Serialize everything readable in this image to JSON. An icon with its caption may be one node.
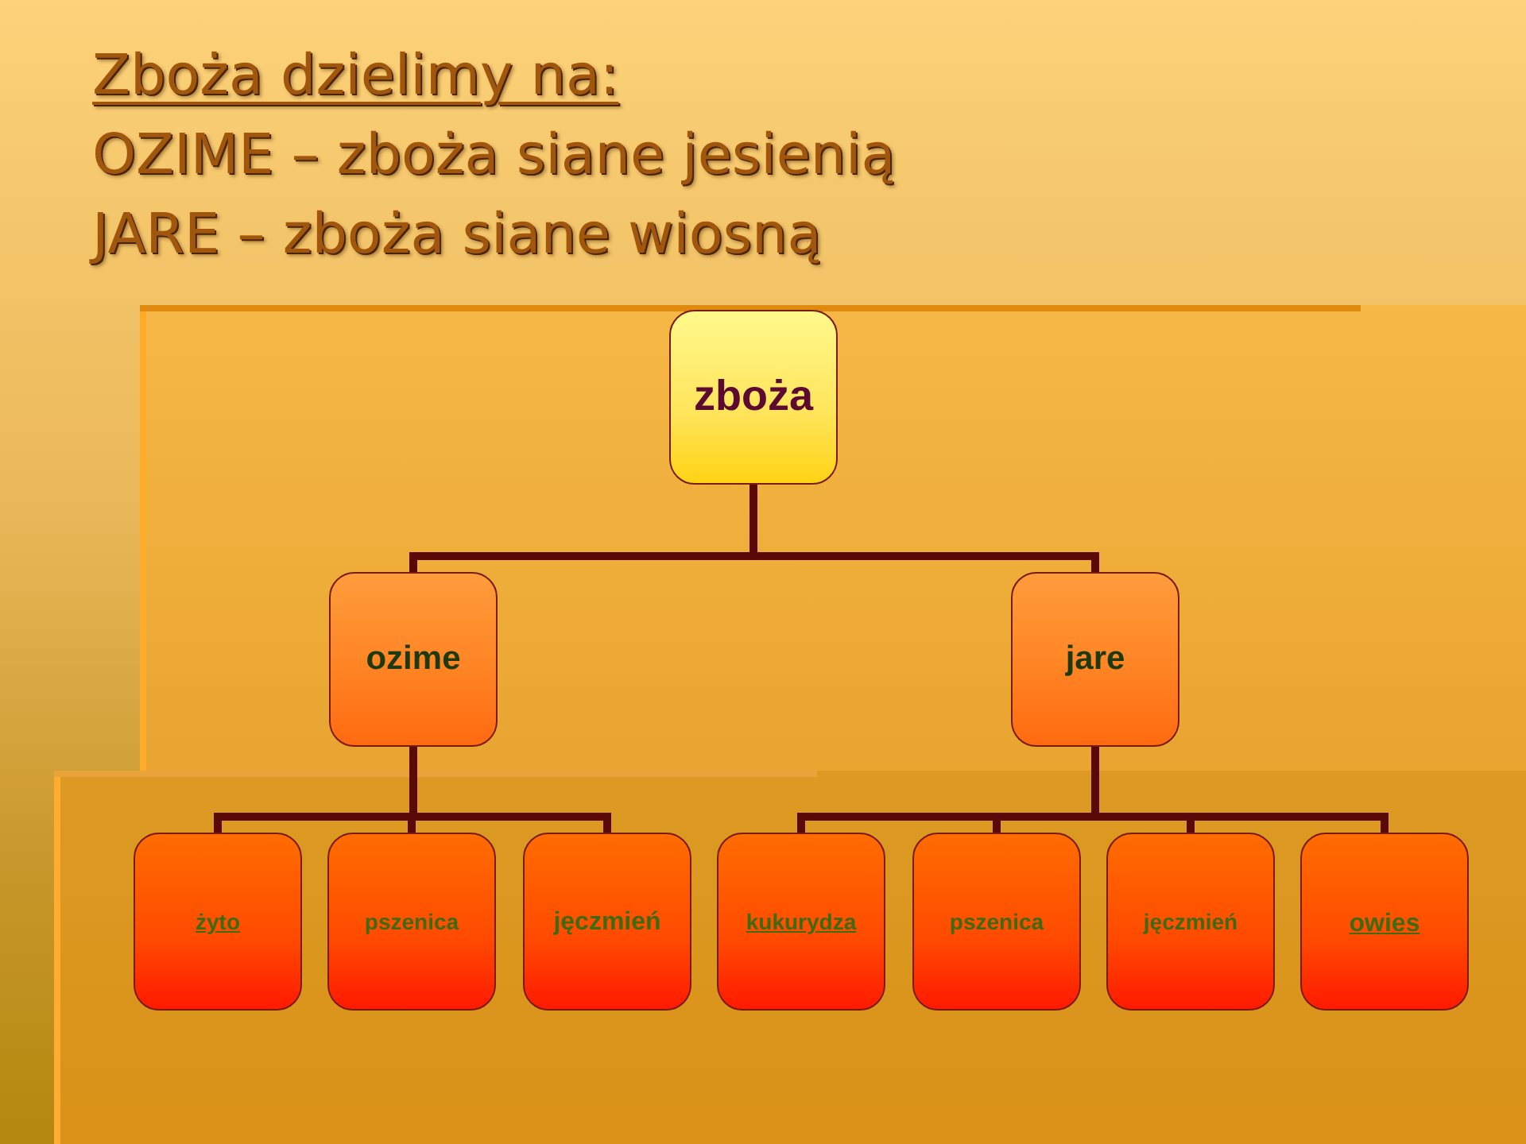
{
  "diagram": {
    "title": "Zboża dzielimy na:",
    "nodes": [
      {
        "text": [
          "zboża"
        ]
      },
      {
        "text": [
          "ozime"
        ]
      },
      {
        "text": [
          "jare"
        ]
      },
      {
        "text": [
          "żyto"
        ]
      },
      {
        "text": [
          "pszenica"
        ]
      },
      {
        "text": [
          "jęczmień"
        ]
      },
      {
        "text": [
          "kukurydza"
        ]
      },
      {
        "text": [
          "pszenica"
        ]
      },
      {
        "text": [
          "jęczmień"
        ]
      },
      {
        "text": [
          "owies"
        ]
      }
    ],
    "edges": [
      {
        "from": 0,
        "to": 1,
        "arrow": "none"
      },
      {
        "from": 0,
        "to": 2,
        "arrow": "none"
      },
      {
        "from": 1,
        "to": 3,
        "arrow": "none"
      },
      {
        "from": 1,
        "to": 4,
        "arrow": "none"
      },
      {
        "from": 1,
        "to": 5,
        "arrow": "none"
      },
      {
        "from": 2,
        "to": 6,
        "arrow": "none"
      },
      {
        "from": 2,
        "to": 7,
        "arrow": "none"
      },
      {
        "from": 2,
        "to": 8,
        "arrow": "none"
      },
      {
        "from": 2,
        "to": 9,
        "arrow": "none"
      }
    ],
    "labels": [
      "OZIME – zboża siane jesienią",
      "JARE – zboża siane wiosną"
    ]
  }
}
